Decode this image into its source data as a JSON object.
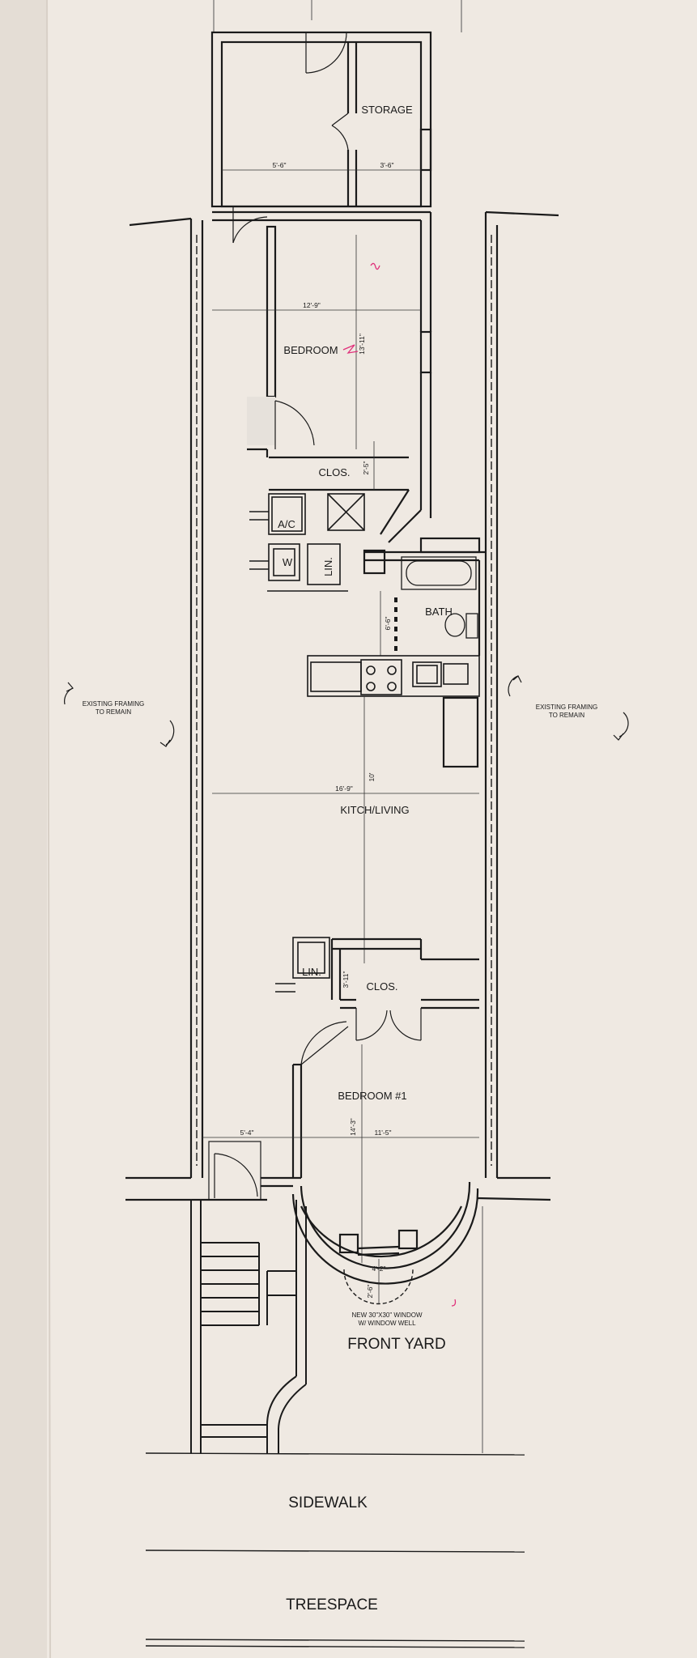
{
  "rooms": {
    "storage": "STORAGE",
    "bedroom": "BEDROOM",
    "closet_rear": "CLOS.",
    "ac": "A/C",
    "washer": "W",
    "linen_rear": "LIN.",
    "bath": "BATH",
    "kitchen_living": "KITCH/LIVING",
    "linen_front": "LIN.",
    "closet_front": "CLOS.",
    "bedroom_1": "BEDROOM #1"
  },
  "dimensions": {
    "storage_left": "5'-6\"",
    "storage_right": "3'-6\"",
    "bedroom_width": "12'-9\"",
    "bedroom_depth": "13'-11\"",
    "closet_depth": "2'-5\"",
    "bath_depth": "6'-6\"",
    "living_width": "16'-9\"",
    "living_depth": "10'",
    "front_closet_depth": "3'-11\"",
    "entry_width": "5'-4\"",
    "bedroom1_depth": "14'-3\"",
    "bedroom1_width": "11'-5\"",
    "bay_width": "4'-2\"",
    "window_well_depth": "2'-6\""
  },
  "notes": {
    "framing_left_line1": "EXISTING FRAMING",
    "framing_left_line2": "TO REMAIN",
    "framing_right_line1": "EXISTING FRAMING",
    "framing_right_line2": "TO REMAIN",
    "window_line1": "NEW 30\"X30\" WINDOW",
    "window_line2": "W/ WINDOW WELL"
  },
  "site": {
    "front_yard": "FRONT YARD",
    "sidewalk": "SIDEWALK",
    "treespace": "TREESPACE"
  },
  "colors": {
    "paper": "#efe9e2",
    "ink": "#1a1a1a",
    "markup": "#e0307a"
  }
}
